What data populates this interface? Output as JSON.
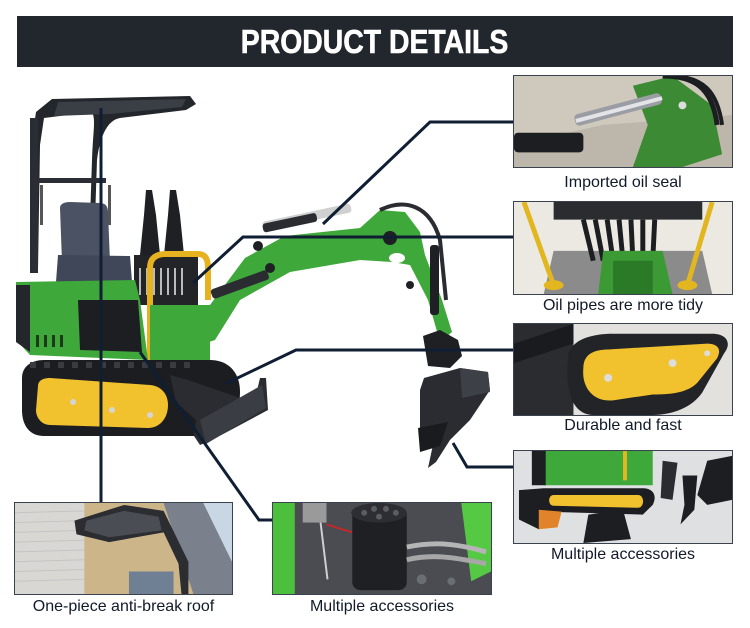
{
  "header": {
    "title": "PRODUCT DETAILS",
    "background": "#22262d",
    "text_color": "#ffffff"
  },
  "colors": {
    "connector_line": "#0f1e33",
    "machine_green": "#3fa83a",
    "track_yellow": "#f2c12e",
    "caption_text": "#111a2a"
  },
  "main_image": {
    "subject": "mini-excavator",
    "icon": "excavator-illustration"
  },
  "callouts": [
    {
      "id": "oil-seal",
      "caption": "Imported oil seal",
      "photo": "hydraulic-cylinder-photo"
    },
    {
      "id": "oil-pipes",
      "caption": "Oil pipes are more tidy",
      "photo": "hydraulic-hoses-photo"
    },
    {
      "id": "tracks",
      "caption": "Durable and fast",
      "photo": "rubber-track-photo"
    },
    {
      "id": "accessories-right",
      "caption": "Multiple accessories",
      "photo": "bucket-attachments-photo"
    },
    {
      "id": "roof",
      "caption": "One-piece anti-break roof",
      "photo": "canopy-roof-photo"
    },
    {
      "id": "accessories-bottom",
      "caption": "Multiple accessories",
      "photo": "hydraulic-motor-photo"
    }
  ]
}
